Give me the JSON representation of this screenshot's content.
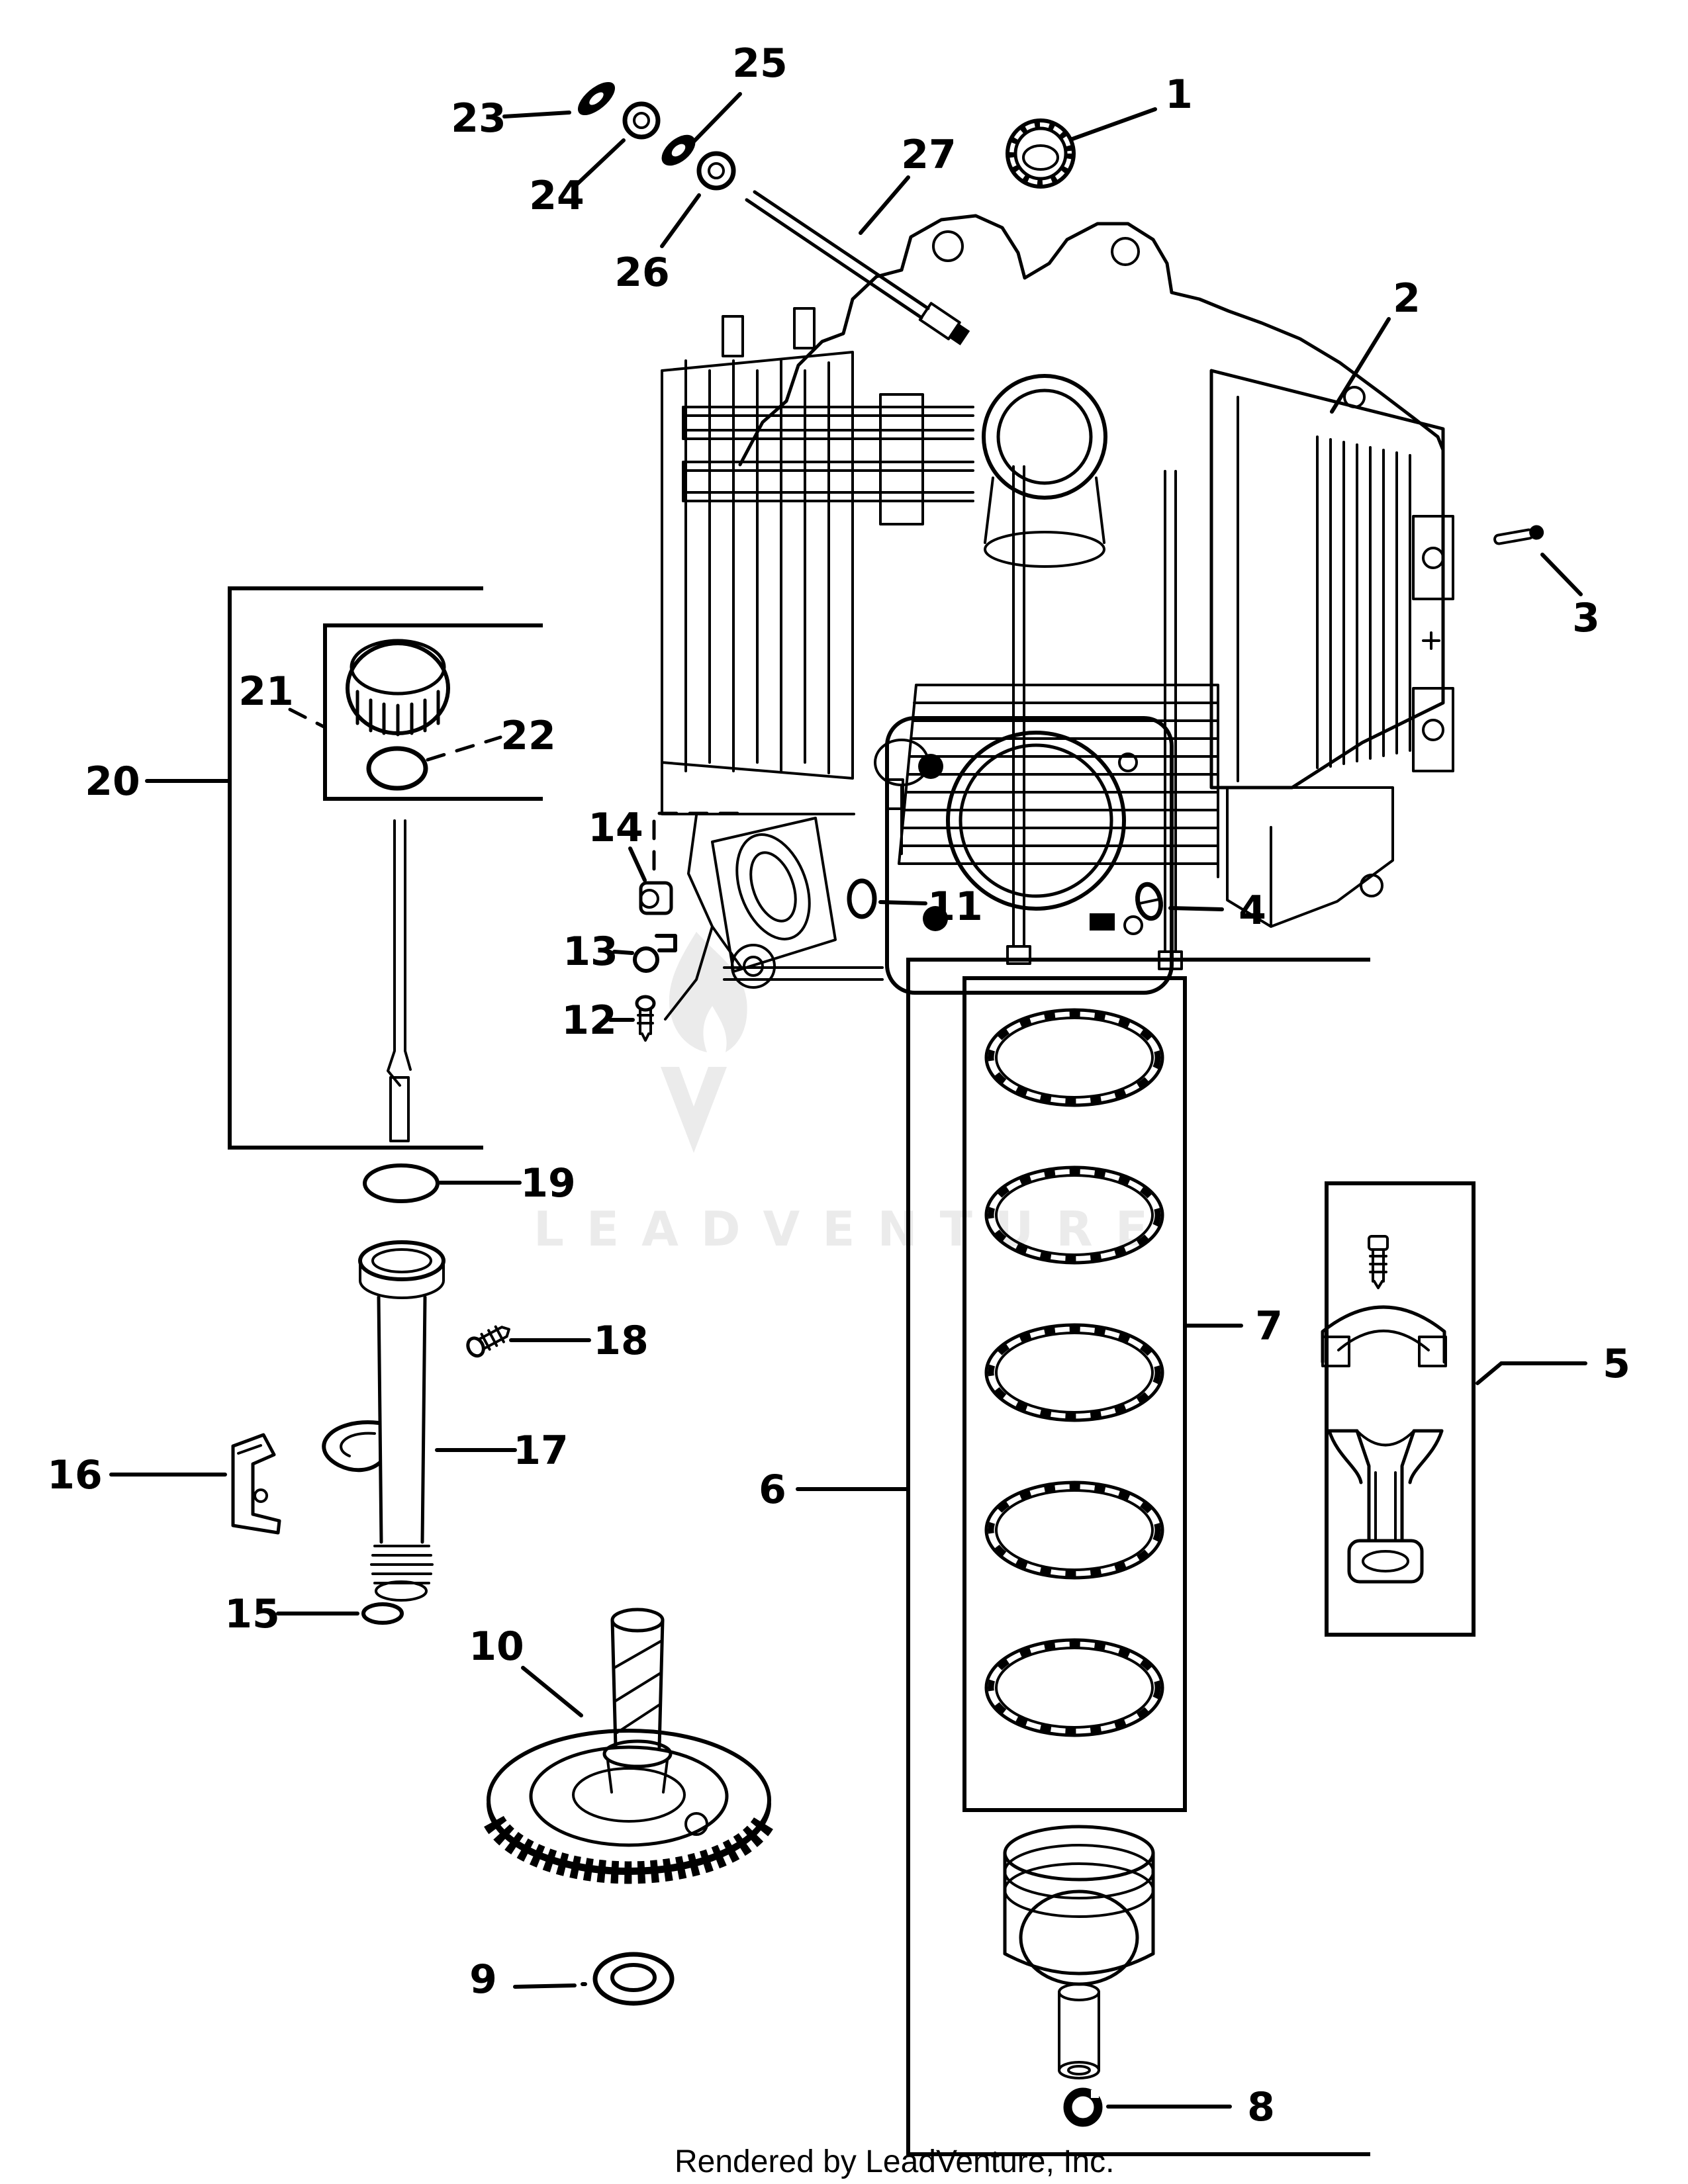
{
  "diagram": {
    "type": "exploded-parts-diagram",
    "subject": "engine crankcase assembly",
    "ink_color": "#000000",
    "background_color": "#ffffff"
  },
  "labels": {
    "1": "1",
    "2": "2",
    "3": "3",
    "4": "4",
    "5": "5",
    "6": "6",
    "7": "7",
    "8": "8",
    "9": "9",
    "10": "10",
    "11": "11",
    "12": "12",
    "13": "13",
    "14": "14",
    "15": "15",
    "16": "16",
    "17": "17",
    "18": "18",
    "19": "19",
    "20": "20",
    "21": "21",
    "22": "22",
    "23": "23",
    "24": "24",
    "25": "25",
    "26": "26",
    "27": "27"
  },
  "watermark": {
    "text": "LEADVENTURE",
    "color": "#ebebeb"
  },
  "footer": {
    "text": "Rendered by LeadVenture, Inc."
  }
}
